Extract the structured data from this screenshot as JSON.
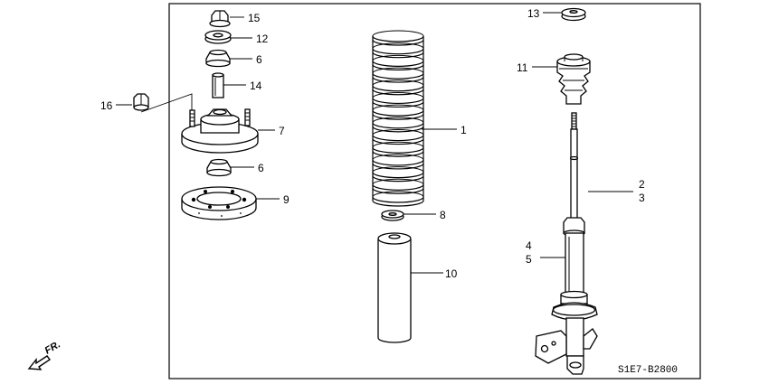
{
  "diagram": {
    "callouts": {
      "p1": "1",
      "p2": "2",
      "p3": "3",
      "p4": "4",
      "p5": "5",
      "p6a": "6",
      "p6b": "6",
      "p7": "7",
      "p8": "8",
      "p9": "9",
      "p10": "10",
      "p11": "11",
      "p12": "12",
      "p13": "13",
      "p14": "14",
      "p15": "15",
      "p16": "16"
    },
    "direction_label": "FR.",
    "drawing_code": "S1E7-B2800"
  }
}
